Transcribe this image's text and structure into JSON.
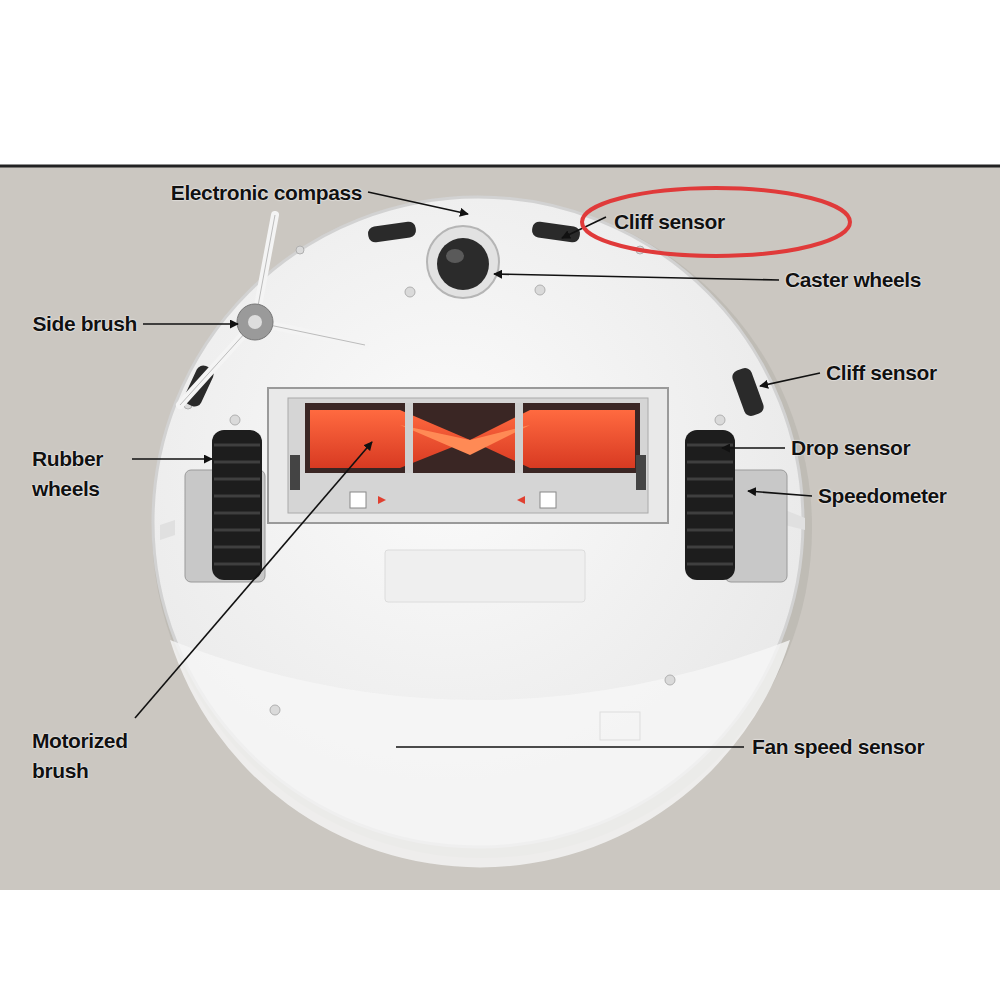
{
  "diagram": {
    "nodes": [
      {
        "text": [
          "Cliff sensor"
        ]
      }
    ],
    "labels": [
      "Electronic compass",
      "Side brush",
      "Caster wheels",
      "Cliff sensor",
      "Rubber wheels",
      "Drop sensor",
      "Speedometer",
      "Motorized brush",
      "Fan speed sensor"
    ]
  }
}
